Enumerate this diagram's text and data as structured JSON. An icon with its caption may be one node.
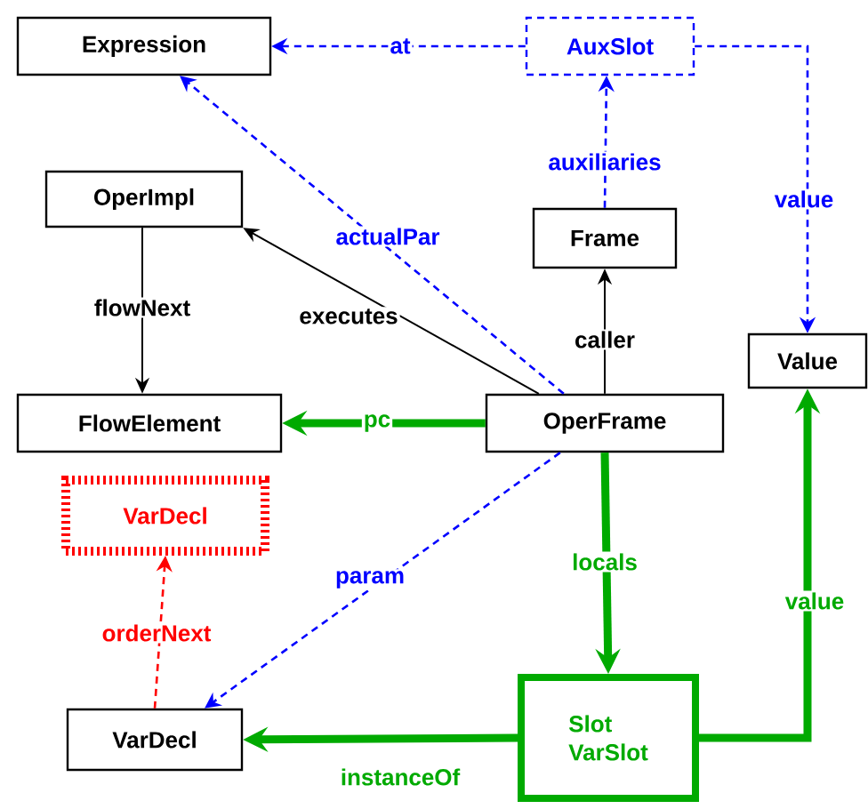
{
  "diagram": {
    "nodes": [
      {
        "text": [
          "Expression"
        ]
      },
      {
        "text": [
          "AuxSlot"
        ]
      },
      {
        "text": [
          "OperImpl"
        ]
      },
      {
        "text": [
          "Frame"
        ]
      },
      {
        "text": [
          "Value"
        ]
      },
      {
        "text": [
          "FlowElement"
        ]
      },
      {
        "text": [
          "OperFrame"
        ]
      },
      {
        "text": [
          "VarDecl"
        ]
      },
      {
        "text": [
          "VarDecl"
        ]
      },
      {
        "text": [
          "Slot",
          "VarSlot"
        ]
      }
    ],
    "edges": [
      {
        "from": 1,
        "to": 0,
        "arrow": "to",
        "label": "at",
        "style": "dashed"
      },
      {
        "from": 1,
        "to": 4,
        "arrow": "to",
        "label": "value",
        "style": "dashed"
      },
      {
        "from": 6,
        "to": 0,
        "arrow": "to",
        "label": "actualPar",
        "style": "dashed"
      },
      {
        "from": 3,
        "to": 1,
        "arrow": "to",
        "label": "auxiliaries",
        "style": "dashed"
      },
      {
        "from": 6,
        "to": 2,
        "arrow": "to",
        "label": "executes",
        "color": "#000000"
      },
      {
        "from": 2,
        "to": 5,
        "arrow": "to",
        "label": "flowNext",
        "color": "#000000"
      },
      {
        "from": 6,
        "to": 3,
        "arrow": "to",
        "label": "caller",
        "color": "#000000"
      },
      {
        "from": 6,
        "to": 5,
        "arrow": "to",
        "label": "pc",
        "style": "thick",
        "color": "#00aa00"
      },
      {
        "from": 6,
        "to": 9,
        "arrow": "to",
        "label": "locals",
        "style": "thick",
        "color": "#00aa00"
      },
      {
        "from": 9,
        "to": 4,
        "arrow": "to",
        "label": "value",
        "style": "thick",
        "color": "#00aa00"
      },
      {
        "from": 9,
        "to": 8,
        "arrow": "to",
        "label": "instanceOf",
        "style": "thick",
        "color": "#00aa00"
      },
      {
        "from": 6,
        "to": 8,
        "arrow": "to",
        "label": "param",
        "style": "dashed"
      },
      {
        "from": 8,
        "to": 7,
        "arrow": "to",
        "label": "orderNext",
        "style": "dashed",
        "color": "#ff0000"
      }
    ]
  }
}
